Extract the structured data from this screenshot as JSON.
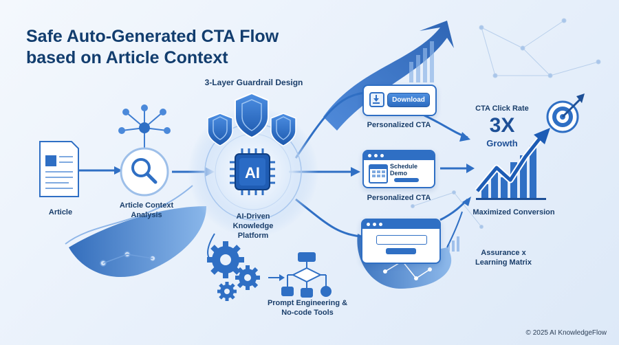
{
  "title": "Safe Auto-Generated CTA Flow based on Article Context",
  "guardrail_label": "3-Layer Guardrail Design",
  "nodes": {
    "article": "Article",
    "context_analysis": "Article Context Analysis",
    "ai_badge": "AI",
    "platform": "AI-Driven Knowledge Platform",
    "prompt_tools": "Prompt Engineering & No-code Tools"
  },
  "cta_cards": {
    "download_button": "Download",
    "schedule_button": "Schedule Demo",
    "personalized_label_1": "Personalized CTA",
    "personalized_label_2": "Personalized CTA"
  },
  "results": {
    "click_rate_label": "CTA Click Rate",
    "multiplier": "3X",
    "growth": "Growth",
    "maximized": "Maximized Conversion",
    "assurance": "Assurance x Learning Matrix"
  },
  "footer": "© 2025 AI KnowledgeFlow",
  "colors": {
    "primary": "#2f6fc4",
    "dark": "#123d6e",
    "light": "#dce9f8"
  }
}
